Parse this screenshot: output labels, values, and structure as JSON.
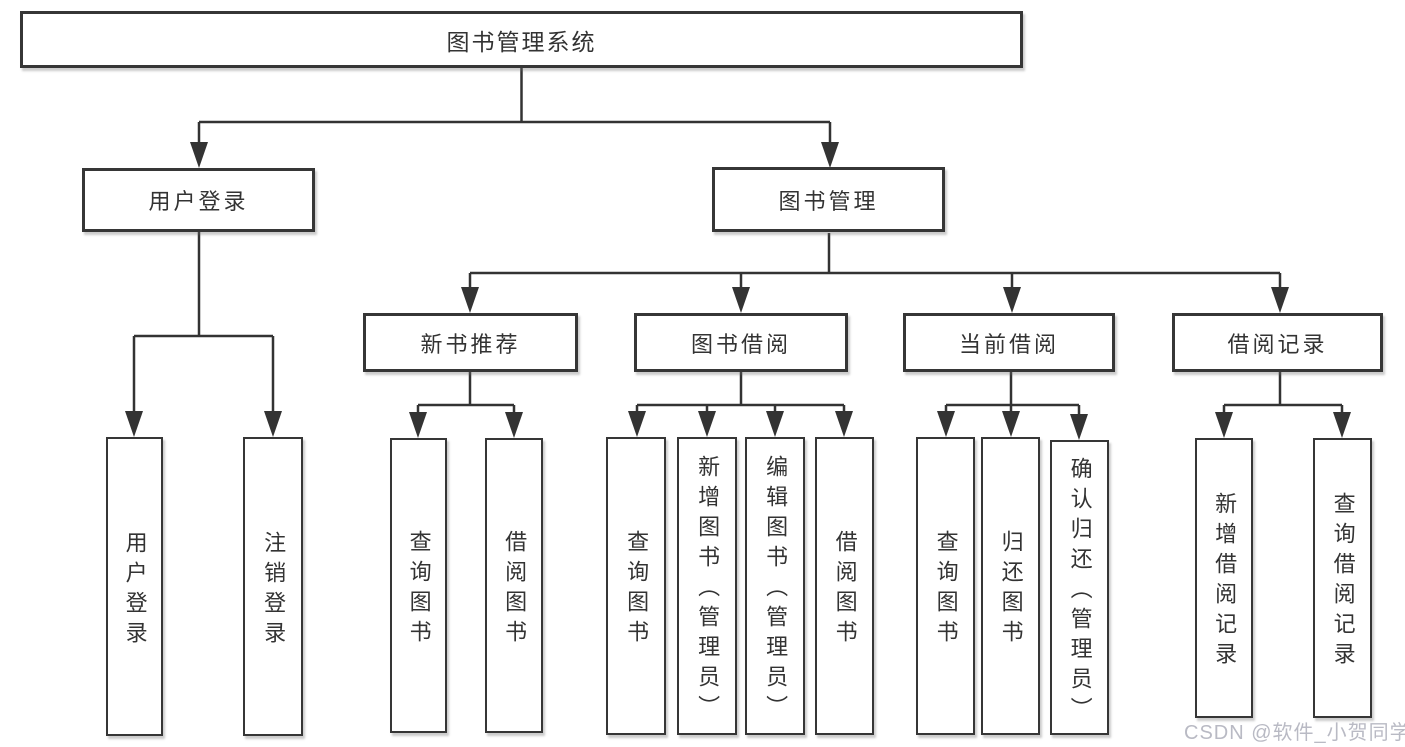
{
  "diagram": {
    "root": {
      "label": "图书管理系统"
    },
    "branches": [
      {
        "label": "用户登录",
        "children": [
          {
            "label": "用户登录"
          },
          {
            "label": "注销登录"
          }
        ]
      },
      {
        "label": "图书管理",
        "children": [
          {
            "label": "新书推荐",
            "children": [
              {
                "label": "查询图书"
              },
              {
                "label": "借阅图书"
              }
            ]
          },
          {
            "label": "图书借阅",
            "children": [
              {
                "label": "查询图书"
              },
              {
                "label": "新增图书（管理员）"
              },
              {
                "label": "编辑图书（管理员）"
              },
              {
                "label": "借阅图书"
              }
            ]
          },
          {
            "label": "当前借阅",
            "children": [
              {
                "label": "查询图书"
              },
              {
                "label": "归还图书"
              },
              {
                "label": "确认归还（管理员）"
              }
            ]
          },
          {
            "label": "借阅记录",
            "children": [
              {
                "label": "新增借阅记录"
              },
              {
                "label": "查询借阅记录"
              }
            ]
          }
        ]
      }
    ],
    "watermark": "CSDN @软件_小贺同学",
    "colors": {
      "line": "#333333",
      "text": "#333333",
      "box_background": "#ffffff",
      "watermark": "#b9bac4"
    }
  }
}
